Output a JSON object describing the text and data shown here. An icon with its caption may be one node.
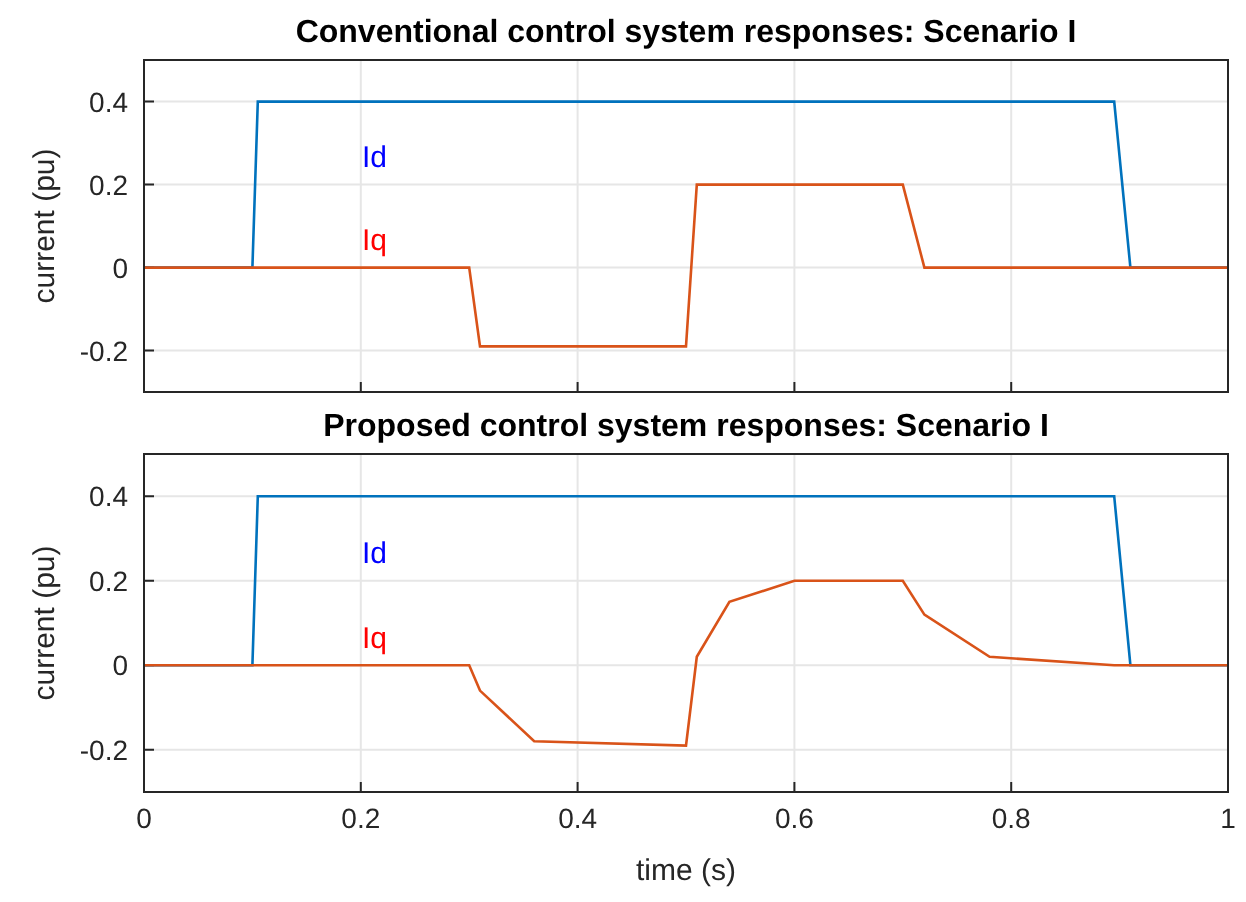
{
  "diagram": {
    "chart_data": [
      {
        "type": "line",
        "grid": true,
        "title": "Conventional control system responses: Scenario I",
        "ylabel": "current (pu)",
        "x": [
          0,
          0.1,
          0.105,
          0.3,
          0.31,
          0.36,
          0.5,
          0.51,
          0.54,
          0.6,
          0.7,
          0.72,
          0.78,
          0.895,
          0.91,
          1
        ],
        "xlim": [
          0,
          1
        ],
        "ylim": [
          -0.3,
          0.5
        ],
        "yticks": [
          -0.2,
          0,
          0.2,
          0.4
        ],
        "series": [
          {
            "name": "Id",
            "color": "#0072bd",
            "values": [
              0,
              0,
              0.4,
              0.4,
              0.4,
              0.4,
              0.4,
              0.4,
              0.4,
              0.4,
              0.4,
              0.4,
              0.4,
              0.4,
              0,
              0
            ]
          },
          {
            "name": "Iq",
            "color": "#d95319",
            "values": [
              0,
              0,
              0,
              0,
              -0.19,
              -0.19,
              -0.19,
              0.2,
              0.2,
              0.2,
              0.2,
              0,
              0,
              0,
              0,
              0
            ]
          }
        ]
      },
      {
        "type": "line",
        "grid": true,
        "title": "Proposed control system responses: Scenario I",
        "xlabel": "time (s)",
        "ylabel": "current (pu)",
        "x": [
          0,
          0.1,
          0.105,
          0.3,
          0.31,
          0.36,
          0.5,
          0.51,
          0.54,
          0.6,
          0.7,
          0.72,
          0.78,
          0.895,
          0.91,
          1
        ],
        "xlim": [
          0,
          1
        ],
        "ylim": [
          -0.3,
          0.5
        ],
        "xticks": [
          0,
          0.2,
          0.4,
          0.6,
          0.8,
          1
        ],
        "yticks": [
          -0.2,
          0,
          0.2,
          0.4
        ],
        "series": [
          {
            "name": "Id",
            "color": "#0072bd",
            "values": [
              0,
              0,
              0.4,
              0.4,
              0.4,
              0.4,
              0.4,
              0.4,
              0.4,
              0.4,
              0.4,
              0.4,
              0.4,
              0.4,
              0,
              0
            ]
          },
          {
            "name": "Iq",
            "color": "#d95319",
            "values": [
              0,
              0,
              0,
              0,
              -0.06,
              -0.18,
              -0.19,
              0.02,
              0.15,
              0.2,
              0.2,
              0.12,
              0.02,
              0,
              0,
              0
            ]
          }
        ]
      }
    ]
  }
}
